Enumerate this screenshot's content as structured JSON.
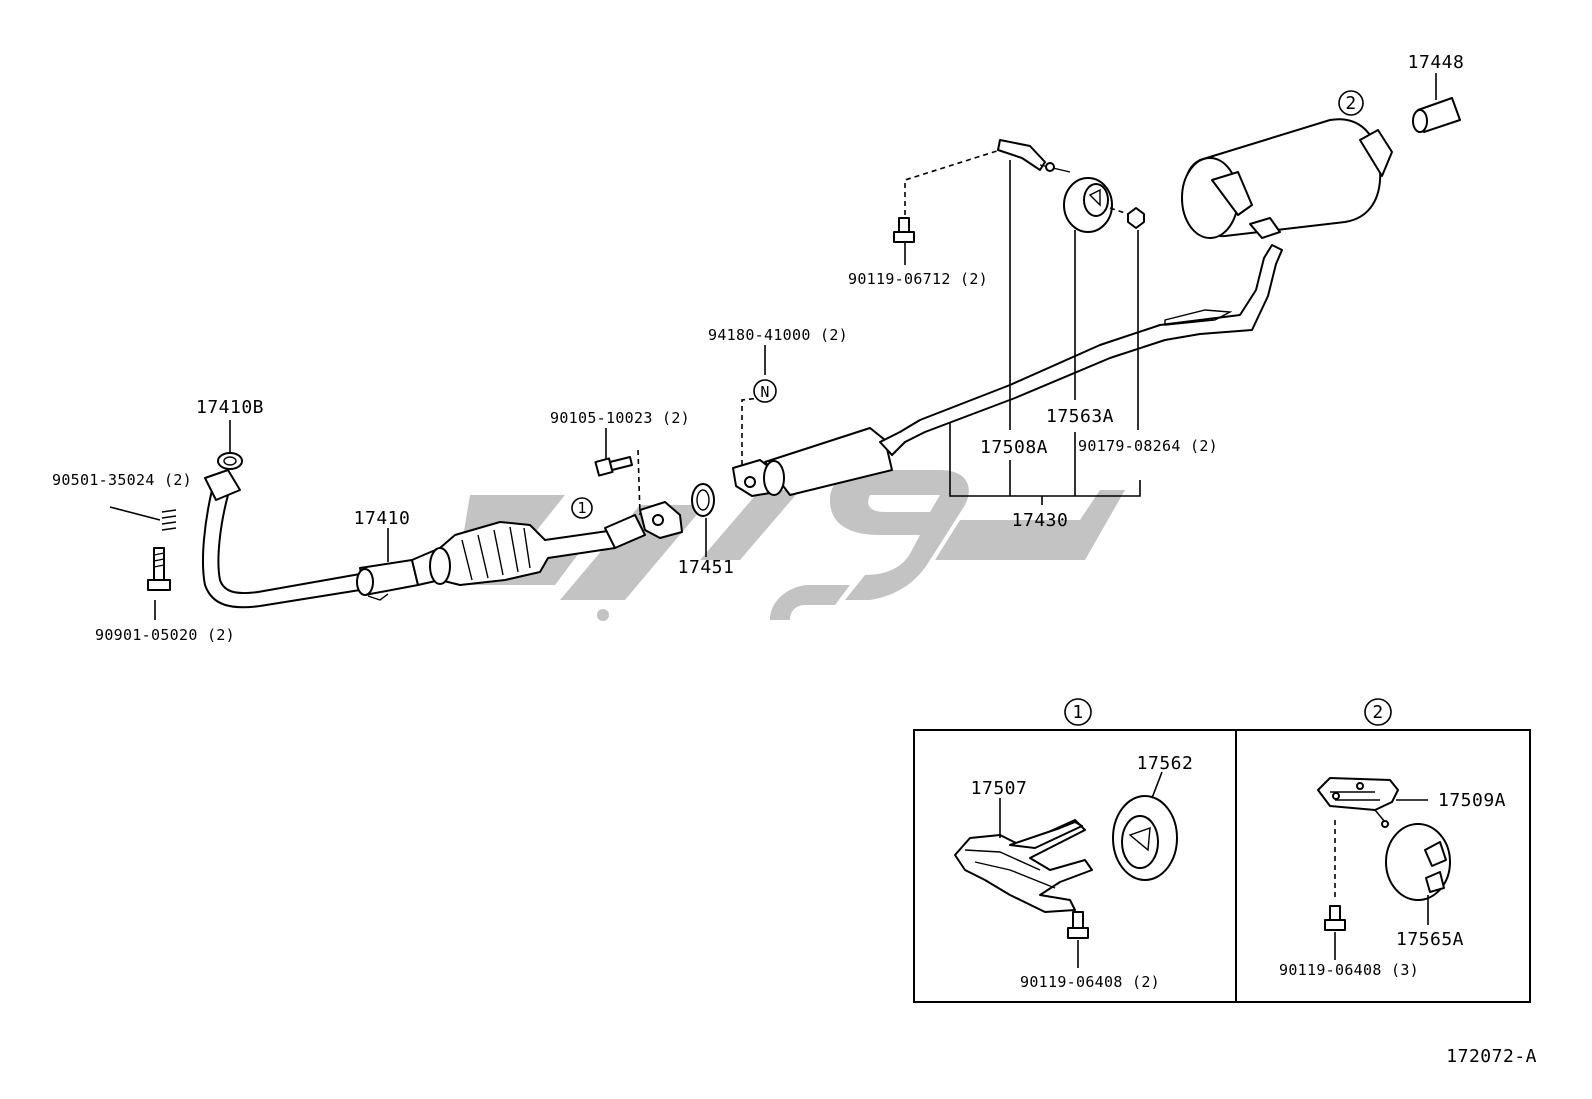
{
  "diagram_code": "172072-A",
  "callouts": {
    "one": "1",
    "two": "2",
    "n": "N"
  },
  "parts": {
    "p17448": "17448",
    "p17410B": "17410B",
    "p90501": "90501-35024 (2)",
    "p90901": "90901-05020 (2)",
    "p17410": "17410",
    "p90105": "90105-10023 (2)",
    "p17451": "17451",
    "p94180": "94180-41000 (2)",
    "p90119_06712": "90119-06712 (2)",
    "p17563A": "17563A",
    "p17508A": "17508A",
    "p90179": "90179-08264 (2)",
    "p17430": "17430"
  },
  "inset_1": {
    "callout": "1",
    "p17507": "17507",
    "p17562": "17562",
    "p90119": "90119-06408 (2)"
  },
  "inset_2": {
    "callout": "2",
    "p17509A": "17509A",
    "p17565A": "17565A",
    "p90119": "90119-06408 (3)"
  },
  "colors": {
    "line": "#000000",
    "watermark": "#b9b9b9",
    "background": "#ffffff"
  }
}
